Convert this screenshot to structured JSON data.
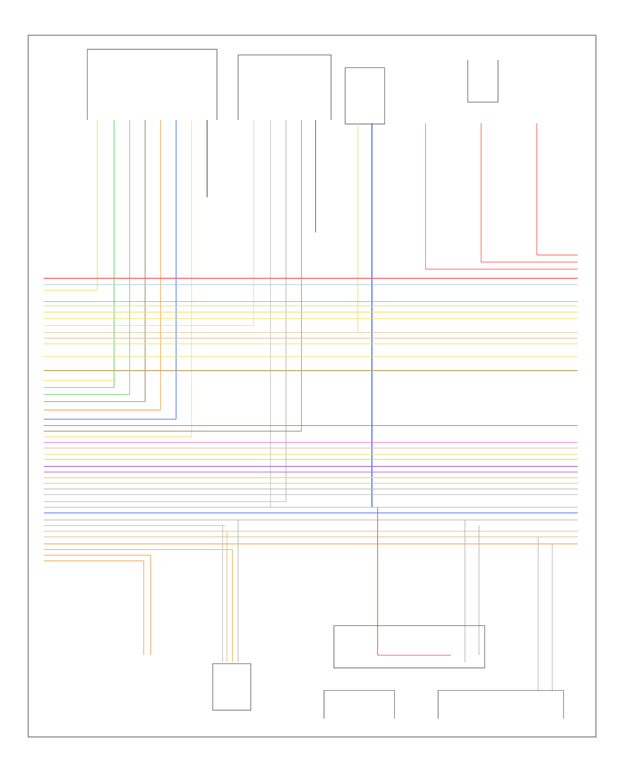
{
  "diagram_code": "",
  "components": [
    {
      "id": "dash_module",
      "label": ""
    },
    {
      "id": "instr_cluster",
      "label": ""
    },
    {
      "id": "body_module",
      "label": ""
    },
    {
      "id": "ecm_top",
      "label": ""
    },
    {
      "id": "ecm_a",
      "label": ""
    },
    {
      "id": "ecm_b",
      "label": ""
    },
    {
      "id": "hybrid_module",
      "label": ""
    },
    {
      "id": "elec_pump",
      "label": ""
    },
    {
      "id": "bottom_center",
      "label": ""
    },
    {
      "id": "bottom_right",
      "label": ""
    }
  ],
  "wire_colors": {
    "red": "#ff6060",
    "pink": "#ff66cc",
    "violet": "#b070e0",
    "yellow": "#f0e060",
    "green": "#60d060",
    "blue": "#5070f0",
    "tan": "#e0c090",
    "orange": "#f0a040",
    "gray": "#b8b8b8",
    "light_blue": "#a0c8e8",
    "brown": "#a08060"
  }
}
